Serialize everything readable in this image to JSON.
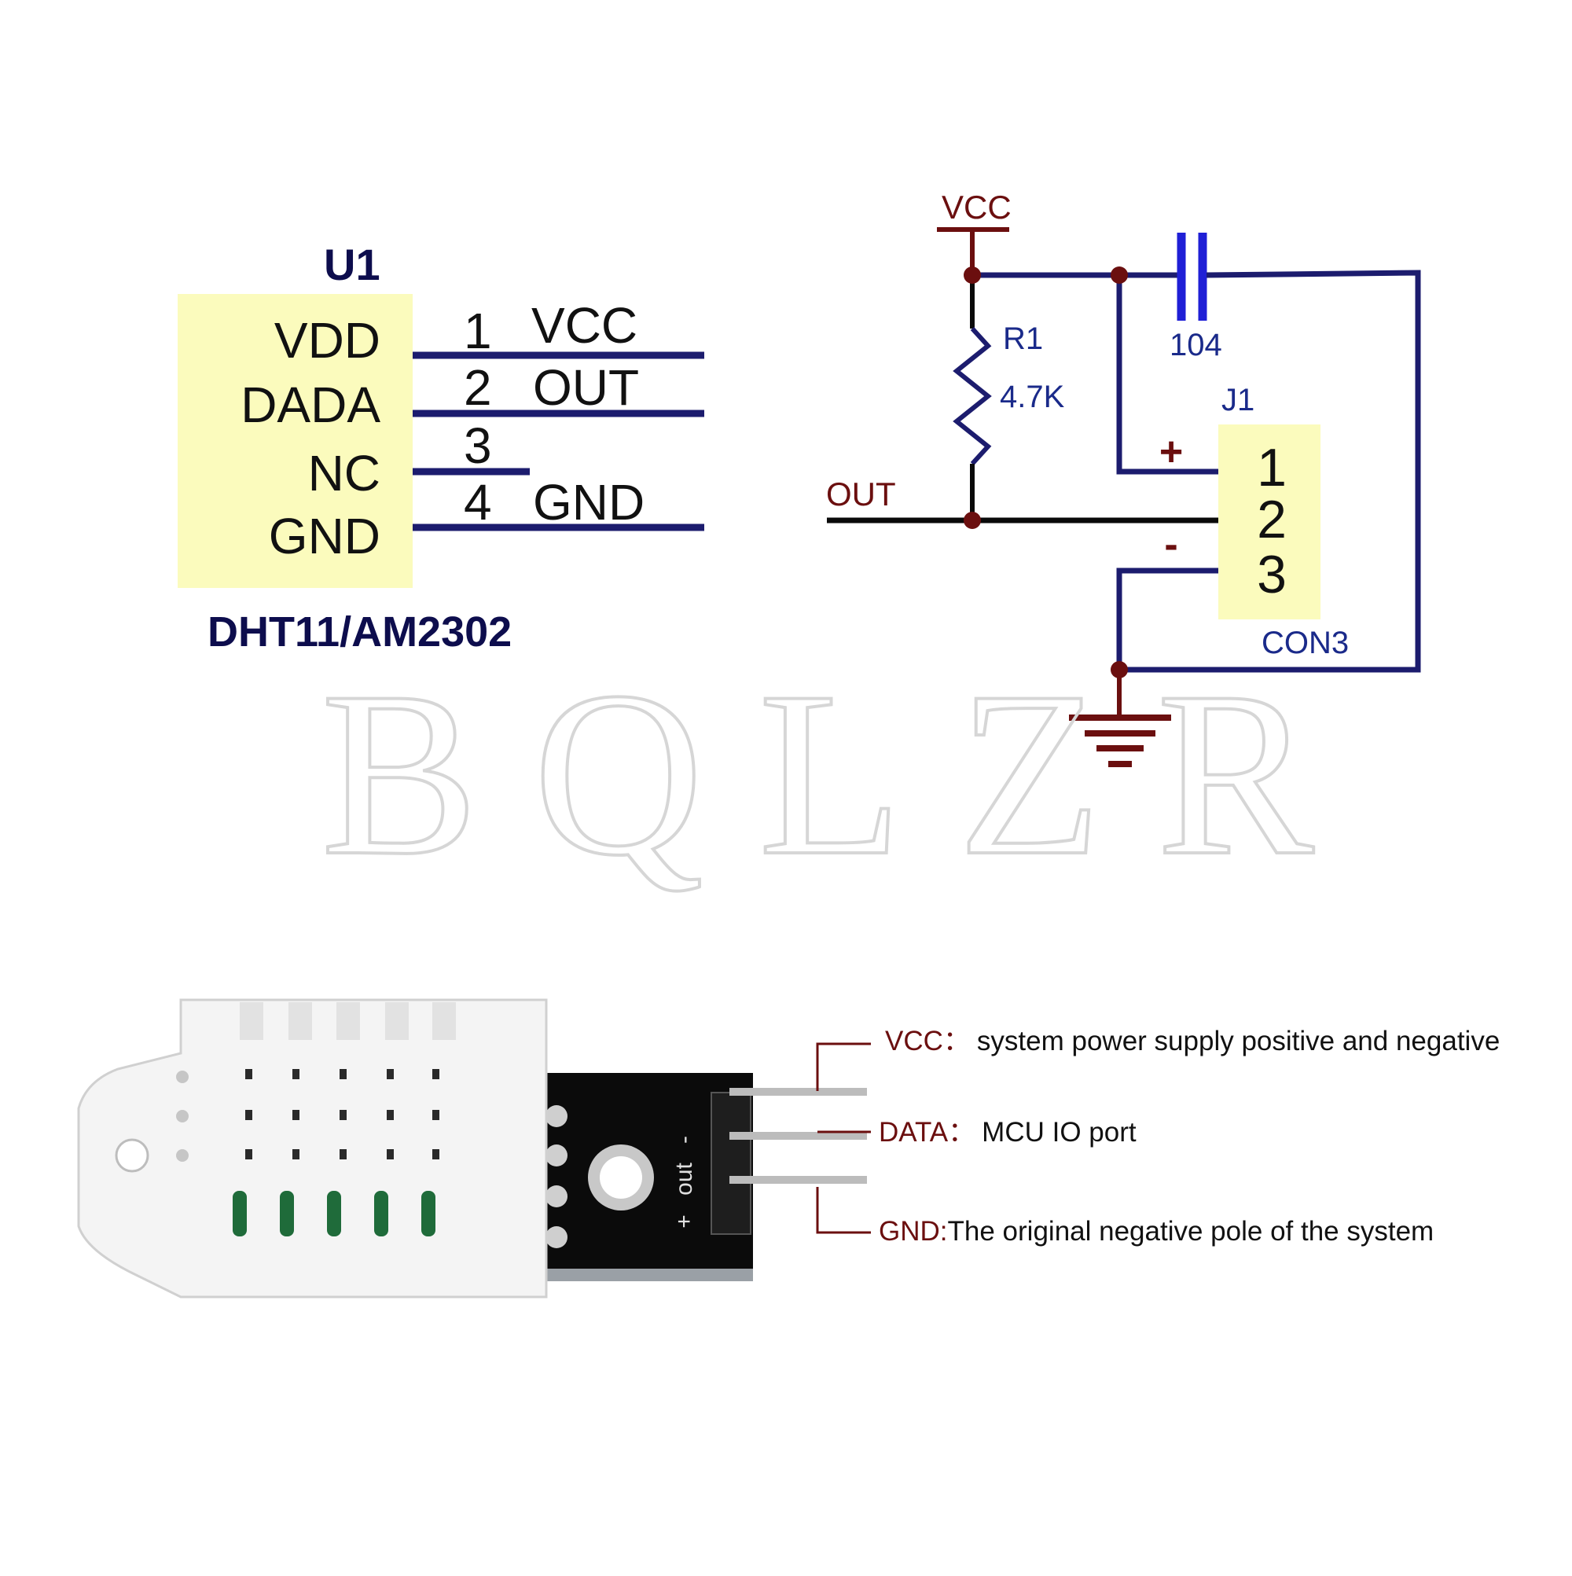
{
  "u1": {
    "designator": "U1",
    "part_name": "DHT11/AM2302",
    "pins": [
      {
        "name": "VDD",
        "number": "1",
        "net": "VCC"
      },
      {
        "name": "DADA",
        "number": "2",
        "net": "OUT"
      },
      {
        "name": "NC",
        "number": "3",
        "net": ""
      },
      {
        "name": "GND",
        "number": "4",
        "net": "GND"
      }
    ]
  },
  "circuit": {
    "vcc_label": "VCC",
    "out_label": "OUT",
    "resistor": {
      "designator": "R1",
      "value": "4.7K"
    },
    "capacitor": {
      "value": "104"
    },
    "connector": {
      "designator": "J1",
      "type": "CON3",
      "pins": [
        "1",
        "2",
        "3"
      ],
      "plus_sign": "+",
      "minus_sign": "-"
    }
  },
  "watermark": "BQLZR",
  "module": {
    "pcb_silkscreen": {
      "minus": "-",
      "out": "out",
      "plus": "+"
    },
    "pin_descriptions": [
      {
        "label": "VCC",
        "separator": "：",
        "text": "system power supply positive and negative"
      },
      {
        "label": "DATA",
        "separator": "：",
        "text": "MCU IO port"
      },
      {
        "label": "GND",
        "separator": ":",
        "text": "The original negative pole of the system"
      }
    ]
  },
  "colors": {
    "wire_navy": "#1c1c6e",
    "wire_black": "#0a0a0a",
    "junction_red": "#6b0f0f",
    "capacitor_blue": "#1f1fd6",
    "symbol_fill": "#fbfbbd",
    "label_red": "#6b0f0f"
  }
}
